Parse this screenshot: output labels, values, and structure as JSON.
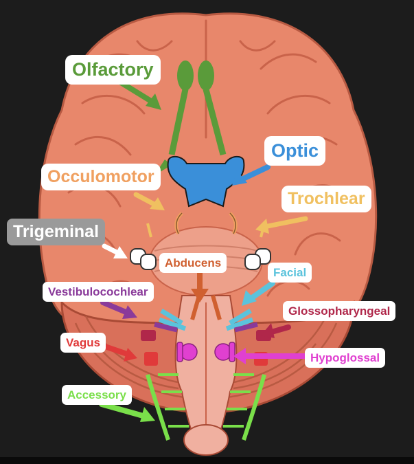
{
  "labels": {
    "olfactory": "Olfactory",
    "optic": "Optic",
    "occulomotor": "Occulomotor",
    "trochlear": "Trochlear",
    "trigeminal": "Trigeminal",
    "abducens": "Abducens",
    "facial": "Facial",
    "vestibulocochlear": "Vestibulocochlear",
    "glossopharyngeal": "Glossopharyngeal",
    "vagus": "Vagus",
    "hypoglossal": "Hypoglossal",
    "accessory": "Accessory"
  },
  "colors": {
    "background": "#1c1c1c",
    "brain": "#e8876b",
    "brain_dark": "#c9634a",
    "olfactory": "#5a9b3a",
    "optic": "#3a8fd9",
    "occulomotor": "#f0a060",
    "trochlear": "#f0c060",
    "trigeminal": "#9a9a9a",
    "abducens": "#d06030",
    "facial": "#5bc3dc",
    "vestibulocochlear": "#8a3a9a",
    "glossopharyngeal": "#b0274a",
    "vagus": "#e03a3a",
    "hypoglossal": "#e040d0",
    "accessory": "#7adf4a"
  }
}
